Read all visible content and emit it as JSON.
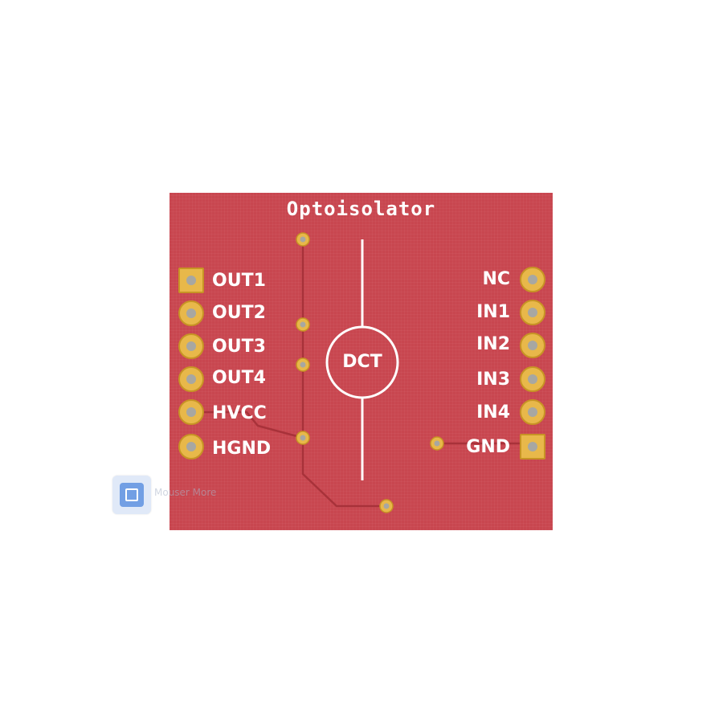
{
  "board": {
    "title": "Optoisolator",
    "chip_label": "DCT",
    "left_pins": [
      "OUT1",
      "OUT2",
      "OUT3",
      "OUT4",
      "HVCC",
      "HGND"
    ],
    "right_pins": [
      "NC",
      "IN1",
      "IN2",
      "IN3",
      "IN4",
      "GND"
    ]
  },
  "watermark": {
    "text": "Mouser More"
  },
  "colors": {
    "board": "#c8464f",
    "silkscreen": "#ffffff",
    "pad": "#e8b84a",
    "trace": "#a03030"
  }
}
